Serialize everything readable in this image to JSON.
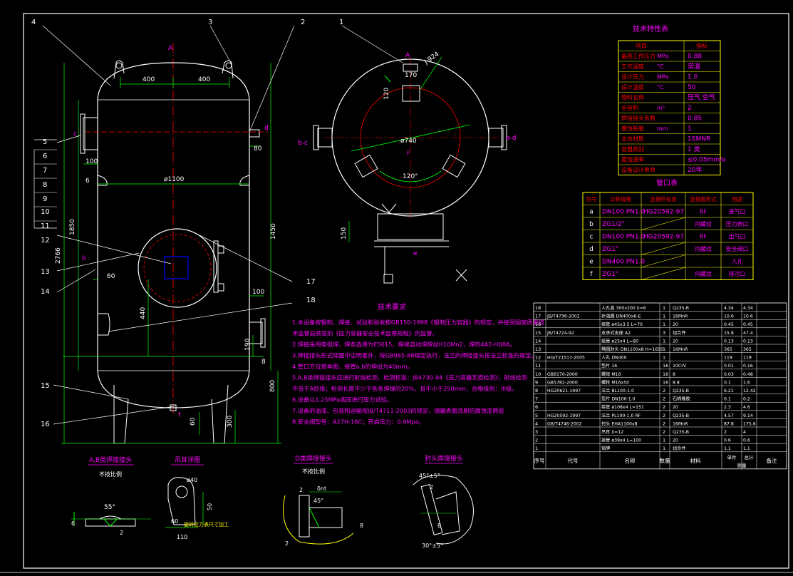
{
  "colors": {
    "bg": "#000000",
    "white": "#ffffff",
    "green": "#00ff00",
    "red": "#ff0000",
    "yellow": "#ffff00",
    "magenta": "#ff00ff",
    "blue": "#0000ff"
  },
  "balloons": [
    "1",
    "2",
    "3",
    "4",
    "5",
    "6",
    "7",
    "8",
    "9",
    "10",
    "11",
    "12",
    "13",
    "14",
    "15",
    "16",
    "17",
    "18"
  ],
  "section_letters": {
    "A_front": "A",
    "A_top": "A",
    "b": "b",
    "c": "c",
    "d": "d",
    "e": "e",
    "f": "f",
    "bc": "b-c",
    "ad": "a-d",
    "angle_J": "J-924"
  },
  "dims_front": {
    "d400a": "400",
    "d400b": "400",
    "d1100": "ø1100",
    "d100": "100",
    "d80": "80",
    "d6": "6",
    "d1850": "1850",
    "d1450": "1450",
    "d2766": "2766",
    "d60": "60",
    "d440": "440",
    "d190": "190",
    "d100b": "100",
    "d800": "800",
    "d300": "300",
    "d60b": "60",
    "d8": "8"
  },
  "dims_top": {
    "d170": "170",
    "d120": "120",
    "d740": "ø740",
    "ang120": "120°",
    "d150": "150"
  },
  "tech_table": {
    "title": "技术特性表",
    "header": [
      "项目",
      "指标"
    ],
    "rows": [
      [
        "最高工作压力",
        "MPa",
        "0.88"
      ],
      [
        "工作温度",
        "°C",
        "常温"
      ],
      [
        "设计压力",
        "MPa",
        "1.0"
      ],
      [
        "设计温度",
        "°C",
        "50"
      ],
      [
        "物料名称",
        "",
        "压气 空气"
      ],
      [
        "全容积",
        "m³",
        "2"
      ],
      [
        "焊接接头系数",
        "",
        "0.85"
      ],
      [
        "腐蚀裕量",
        "mm",
        "1"
      ],
      [
        "主体材质",
        "",
        "16MNR"
      ],
      [
        "容器类别",
        "",
        "1 类"
      ],
      [
        "腐蚀速率",
        "",
        "≤0.05mm/a"
      ],
      [
        "设备设计寿命",
        "",
        "20年"
      ]
    ]
  },
  "nozzle_table": {
    "title": "管口表",
    "header": [
      "符号",
      "公称规格",
      "连接件标准",
      "连接面形式",
      "用途"
    ],
    "rows": [
      [
        "a",
        "DN100 PN1.0",
        "HG20592-97",
        "RF",
        "进气口"
      ],
      [
        "b",
        "ZG1/2\"",
        "",
        "内螺纹",
        "压力表口"
      ],
      [
        "c",
        "DN100 PN1.0",
        "HG20592-97",
        "RF",
        "出气口"
      ],
      [
        "d",
        "ZG1\"",
        "",
        "内螺纹",
        "安全阀口"
      ],
      [
        "e",
        "DN400 PN1.0",
        "",
        "",
        "人孔"
      ],
      [
        "f",
        "ZG1\"",
        "",
        "内螺纹",
        "排污口"
      ]
    ]
  },
  "requirements": {
    "title": "技术要求",
    "lines": [
      "1.本设备按钢制、焊接、试验和验收按GB150-1998《钢制压力容器》的规定，并接受国家质量技",
      "  术监督局颁发的《压力容器安全技术监察规程》的监督。",
      "2.焊接采用电弧焊，焊条选用为E5015，焊缝自动焊焊丝H10Mn2，焊剂4A2-H08A。",
      "3.焊接接头形式除图中注明者外，按GB985-88规定执行，法兰的焊接接头按法兰标准的规定。",
      "4.管口方位按本图，接管a,b的伸出为40mm。",
      "5.A,B类焊接接头应进行射线检测，检测标准：JB4730-94《压力容器无损检测》；射线检测",
      "  不低于A目级；检测长度不少于各条焊缝的20%，且不小于250mm，合格级别：III级。",
      "6.设备以1.25MPa液压进行压力试验。",
      "7.设备的油漆、包装和运输按JB/T4711-2003的规定，储罐表面涂刷防腐蚀漆两层",
      "8.安全阀型号：A27H-16C；开启压力：0.9Mpa。"
    ]
  },
  "bom": {
    "rows": [
      [
        "18",
        "",
        "人孔盖 300x200 δ=6",
        "1",
        "Q235-B",
        "4.34",
        "4.34",
        ""
      ],
      [
        "17",
        "JB/T4736-2002",
        "补强圈 DN400x6-E",
        "1",
        "16MnR",
        "10.6",
        "10.6",
        ""
      ],
      [
        "16",
        "",
        "接管 ø45x3.5 L=70",
        "1",
        "20",
        "0.45",
        "0.45",
        ""
      ],
      [
        "15",
        "JB/T4724-92",
        "支承式支座 A2",
        "3",
        "组合件",
        "15.8",
        "47.4",
        ""
      ],
      [
        "14",
        "",
        "接管 ø25x4 L=80",
        "1",
        "20",
        "0.13",
        "0.13",
        ""
      ],
      [
        "13",
        "",
        "椭圆封头 DN1100x8 H=1650",
        "1",
        "16MnR",
        "365",
        "365",
        ""
      ],
      [
        "12",
        "HG/T21517-2005",
        "人孔 DN400",
        "1",
        "",
        "119",
        "119",
        ""
      ],
      [
        "11",
        "",
        "垫片 16",
        "16",
        "10CrV",
        "0.01",
        "0.16",
        ""
      ],
      [
        "10",
        "GB6170-2000",
        "螺母 M16",
        "16",
        "8",
        "0.03",
        "0.48",
        ""
      ],
      [
        "9",
        "GB5782-2000",
        "螺栓 M16x50",
        "16",
        "8.8",
        "0.1",
        "1.6",
        ""
      ],
      [
        "8",
        "HG20621-1997",
        "法兰 BL100-1.0",
        "2",
        "Q235-B",
        "6.21",
        "12.42",
        ""
      ],
      [
        "7",
        "",
        "垫片 DN100-1.0",
        "2",
        "石棉橡胶",
        "0.1",
        "0.2",
        ""
      ],
      [
        "6",
        "",
        "接管 ø108x4 L=151",
        "2",
        "20",
        "2.3",
        "4.6",
        ""
      ],
      [
        "5",
        "HG20592-1997",
        "法兰 PL100-1.0 RF",
        "2",
        "Q235-B",
        "4.57",
        "9.14",
        ""
      ],
      [
        "4",
        "GB/T4746-2002",
        "封头 EHA1100x8",
        "2",
        "16MnR",
        "87.8",
        "175.6",
        ""
      ],
      [
        "3",
        "",
        "吊耳 δ=12",
        "2",
        "Q235-B",
        "2",
        "4",
        ""
      ],
      [
        "2",
        "",
        "接管 ø38x4 L=100",
        "1",
        "20",
        "0.6",
        "0.6",
        ""
      ],
      [
        "1",
        "",
        "铭牌",
        "1",
        "组合件",
        "1.1",
        "1.1",
        ""
      ]
    ],
    "header": [
      "序号",
      "代号",
      "名称",
      "数量",
      "材料",
      "单件",
      "总计",
      "备注"
    ],
    "header_sub": "质量"
  },
  "details": {
    "AB": {
      "title": "A,B类焊接接头",
      "sub": "不按比例",
      "d55": "55°",
      "d6": "6",
      "d2": "2"
    },
    "lug": {
      "title": "吊耳详图",
      "d40": "ø40",
      "d50": "50",
      "d60": "60",
      "d110": "110",
      "note": "旋转应力表尺寸加工"
    },
    "D": {
      "title": "D类焊接接头",
      "sub": "不按比例",
      "dnt": "δnt",
      "d45": "45°",
      "d2a": "2",
      "d2b": "2",
      "d8": "8"
    },
    "head": {
      "title": "封头焊接接头",
      "d455": "45°±5°",
      "d2": "2",
      "d8": "8",
      "d30": "30°±5°"
    }
  }
}
